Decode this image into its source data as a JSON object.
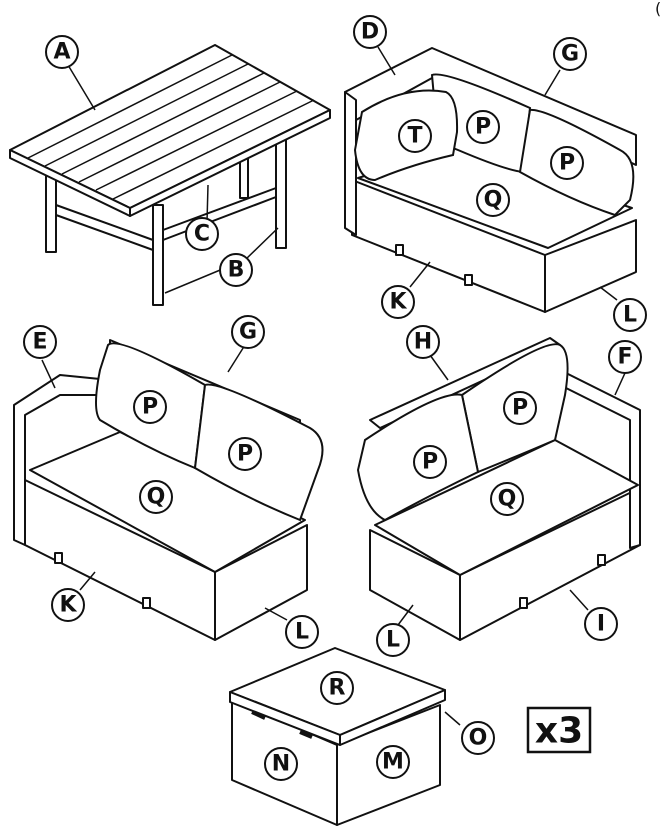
{
  "labels": {
    "A": "A",
    "B": "B",
    "C": "C",
    "D": "D",
    "E": "E",
    "F": "F",
    "G": "G",
    "H": "H",
    "I": "I",
    "K": "K",
    "L": "L",
    "M": "M",
    "N": "N",
    "O": "O",
    "P": "P",
    "Q": "Q",
    "R": "R",
    "T": "T"
  },
  "quantity": "x3",
  "corner_mark": "("
}
